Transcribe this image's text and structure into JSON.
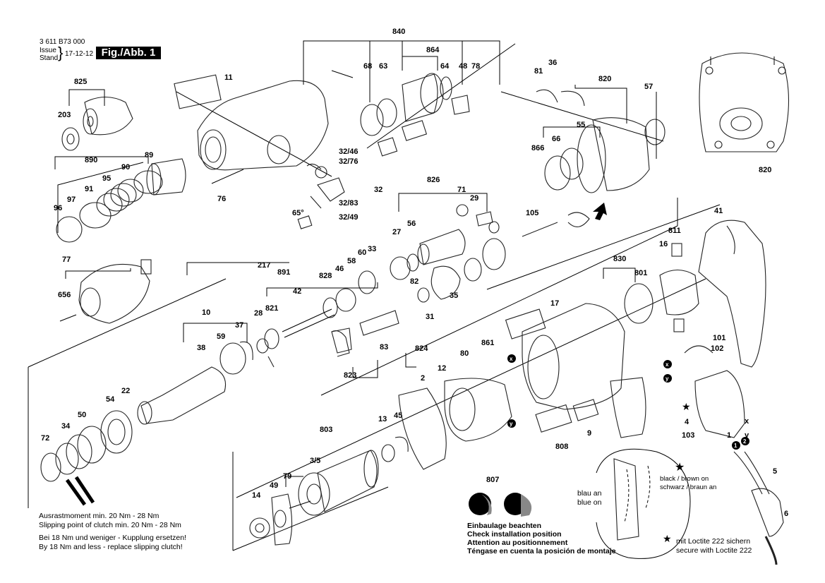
{
  "header": {
    "doc_number": "3 611 B73 000",
    "issue_label": "Issue",
    "stand_label": "Stand",
    "date": "17-12-12",
    "figure_label": "Fig./Abb. 1"
  },
  "part_labels": [
    "840",
    "864",
    "68",
    "63",
    "64",
    "48",
    "78",
    "11",
    "825",
    "203",
    "890",
    "89",
    "90",
    "95",
    "91",
    "97",
    "96",
    "32/46",
    "32/76",
    "32",
    "32/83",
    "32/49",
    "65°",
    "76",
    "36",
    "81",
    "820",
    "57",
    "55",
    "66",
    "866",
    "105",
    "826",
    "71",
    "29",
    "27",
    "56",
    "811",
    "16",
    "41",
    "77",
    "656",
    "217",
    "891",
    "828",
    "46",
    "58",
    "60",
    "33",
    "82",
    "35",
    "31",
    "830",
    "801",
    "17",
    "10",
    "821",
    "42",
    "28",
    "59",
    "38",
    "37",
    "83",
    "824",
    "823",
    "861",
    "12",
    "80",
    "2",
    "45",
    "54",
    "22",
    "50",
    "34",
    "72",
    "803",
    "13",
    "3/5",
    "79",
    "49",
    "14",
    "808",
    "9",
    "101",
    "102",
    "4",
    "103",
    "5",
    "6",
    "807",
    "x",
    "y",
    "1",
    "820"
  ],
  "notes": {
    "clutch_de": "Ausrastmoment min. 20 Nm - 28 Nm",
    "clutch_en": "Slipping point of clutch min. 20 Nm - 28 Nm",
    "replace_de": "Bei 18 Nm und weniger - Kupplung ersetzen!",
    "replace_en": "By 18 Nm and less - replace slipping clutch!",
    "install_de": "Einbaulage beachten",
    "install_en": "Check installation position",
    "install_fr": "Attention au positionnement",
    "install_es": "Téngase en cuenta la posición de montaje",
    "loctite_de": "mit Loctite 222 sichern",
    "loctite_en": "secure with Loctite 222",
    "wire_blue_de": "blau an",
    "wire_blue_en": "blue on",
    "wire_brown": "black / brown on",
    "wire_black": "schwarz / braun an"
  },
  "icons": [
    "star-icon",
    "arrow-icon",
    "circled-number-1-icon",
    "circled-number-2-icon"
  ]
}
